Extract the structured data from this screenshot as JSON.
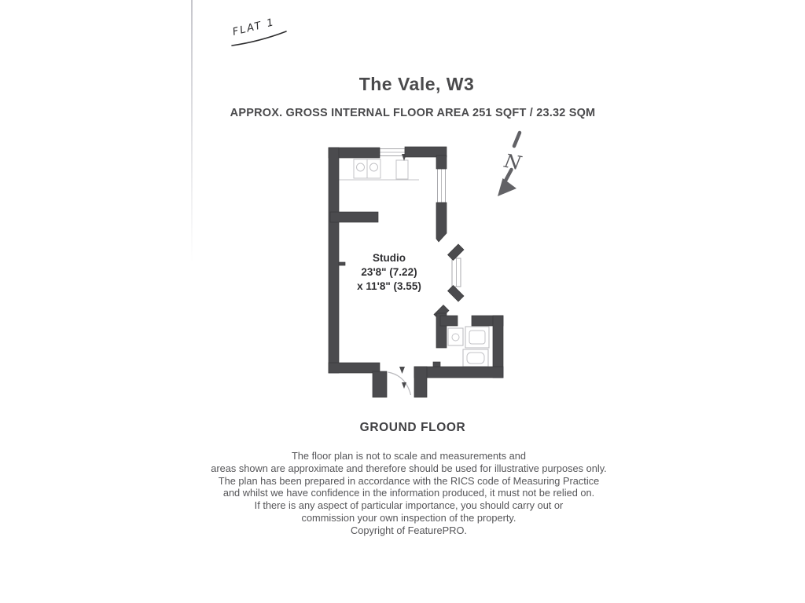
{
  "page": {
    "handwritten_note": "FLAT 1",
    "title": "The Vale, W3",
    "subtitle": "APPROX. GROSS INTERNAL FLOOR AREA 251 SQFT / 23.32 SQM",
    "floor_label": "GROUND FLOOR",
    "disclaimer_lines": [
      "The floor plan is not to scale and measurements and",
      "areas shown are approximate and therefore should be used for illustrative purposes only.",
      "The plan has been prepared in accordance with the RICS code of Measuring Practice",
      "and whilst we have confidence in the information produced, it must not be relied on.",
      "If there is any aspect of particular importance, you should carry out or",
      "commission your own inspection of the property.",
      "Copyright of FeaturePRO."
    ]
  },
  "floor_plan": {
    "room_name": "Studio",
    "dimension_line1": "23'8\" (7.22)",
    "dimension_line2": "x 11'8\" (3.55)",
    "north_label": "N"
  },
  "colors": {
    "wall-color": "#4b4b4e",
    "heading-color": "#4a4a4c",
    "body-text-color": "#565659"
  }
}
